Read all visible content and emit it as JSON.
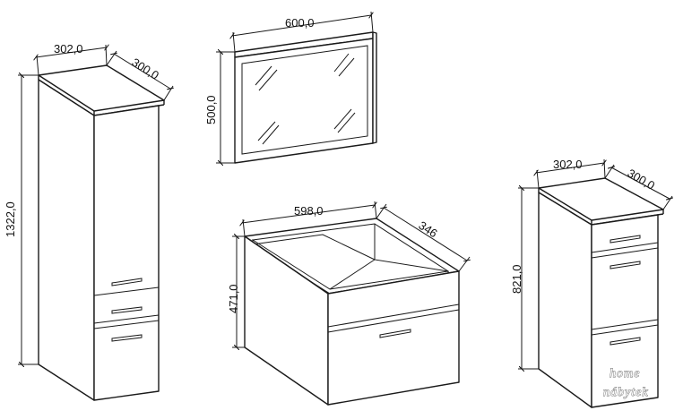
{
  "tall_cabinet": {
    "width": "302,0",
    "depth": "300,0",
    "height": "1322,0"
  },
  "mirror": {
    "width": "600,0",
    "height": "500,0"
  },
  "sink_cabinet": {
    "width": "598,0",
    "depth": "346",
    "height": "471,0"
  },
  "drawer_cabinet": {
    "width": "302,0",
    "depth": "300,0",
    "height": "821,0"
  },
  "watermark": {
    "line1": "home",
    "line2": "nábytek"
  }
}
